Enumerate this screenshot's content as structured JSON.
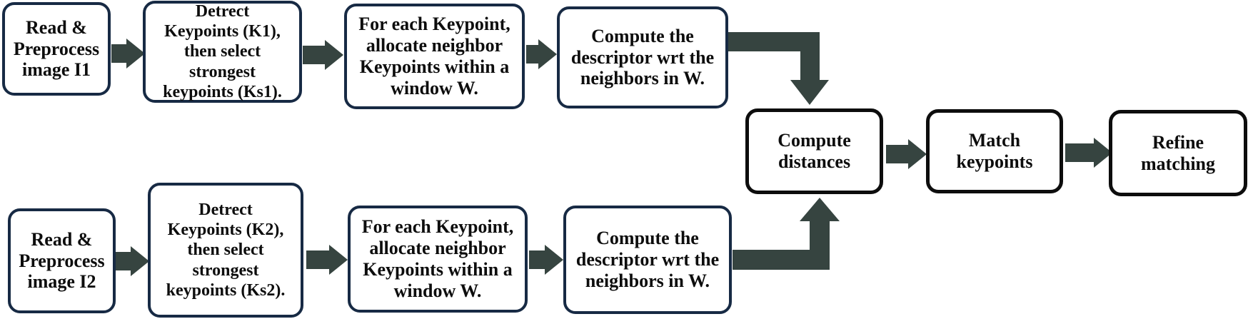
{
  "colors": {
    "arrow": "#364440",
    "branch_box_border": "#172A44",
    "merge_box_border": "#0D0D0D",
    "text": "#0D0D0D",
    "background": "#FFFFFF"
  },
  "top_branch": {
    "read_preprocess": "Read &\nPreprocess\nimage I1",
    "detect_keypoints": "Detrect\nKeypoints (K1),\nthen select\nstrongest\nkeypoints (Ks1).",
    "allocate_neighbors": "For each Keypoint,\nallocate neighbor\nKeypoints within a\nwindow W.",
    "compute_descriptor": "Compute the\ndescriptor wrt the\nneighbors in W."
  },
  "bottom_branch": {
    "read_preprocess": "Read &\nPreprocess\nimage I2",
    "detect_keypoints": "Detrect\nKeypoints (K2),\nthen select\nstrongest\nkeypoints (Ks2).",
    "allocate_neighbors": "For each Keypoint,\nallocate neighbor\nKeypoints within a\nwindow W.",
    "compute_descriptor": "Compute the\ndescriptor wrt the\nneighbors in W."
  },
  "merge_stage": {
    "compute_distances": "Compute\ndistances",
    "match_keypoints": "Match\nkeypoints",
    "refine_matching": "Refine\nmatching"
  }
}
